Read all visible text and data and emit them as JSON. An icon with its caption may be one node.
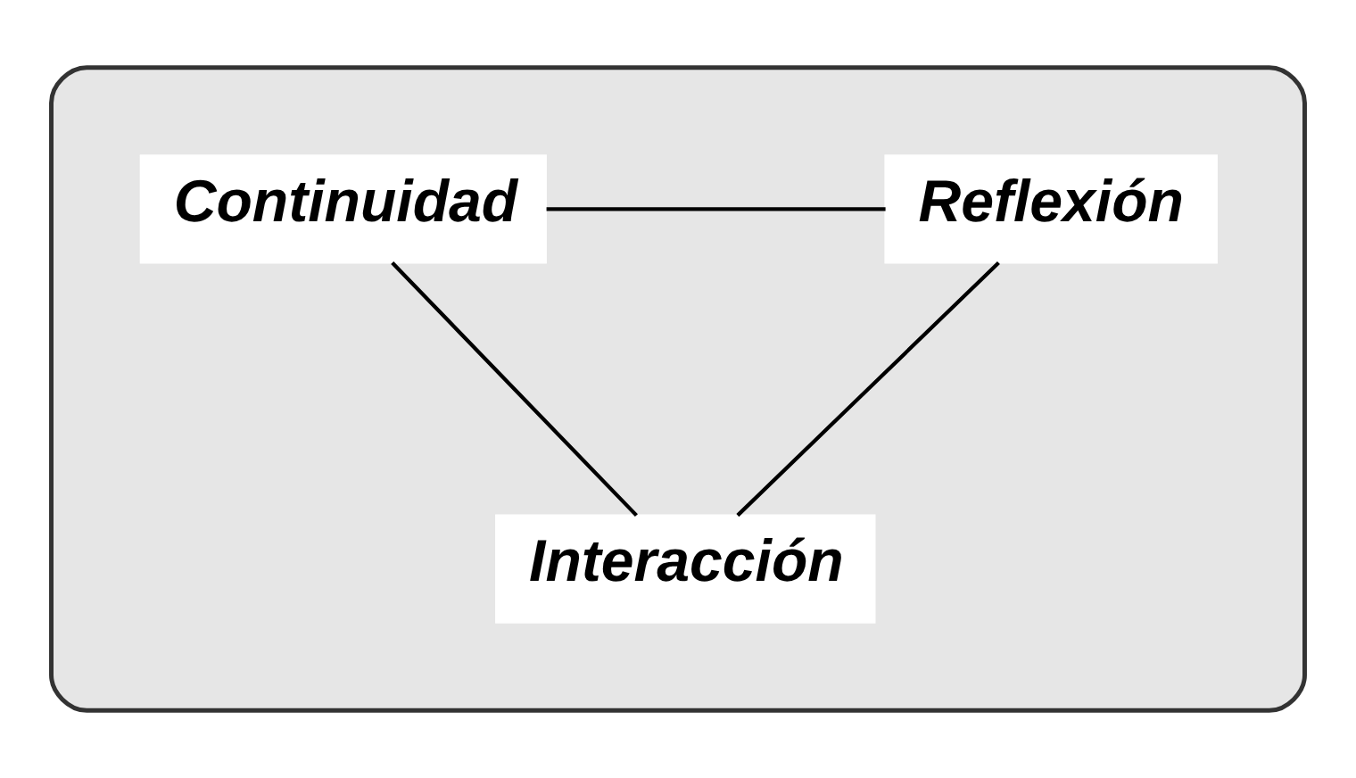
{
  "diagram": {
    "nodes": [
      {
        "text": [],
        "shape": "box"
      },
      {
        "text": [
          "Continuidad"
        ],
        "in": 0
      },
      {
        "text": [
          "Reflexión"
        ],
        "in": 0
      },
      {
        "text": [
          "Interacción"
        ],
        "in": 0
      }
    ],
    "edges": [
      {
        "from": 1,
        "to": 2,
        "arrow": "none"
      },
      {
        "from": 1,
        "to": 3,
        "arrow": "none"
      },
      {
        "from": 2,
        "to": 3,
        "arrow": "none"
      }
    ]
  }
}
